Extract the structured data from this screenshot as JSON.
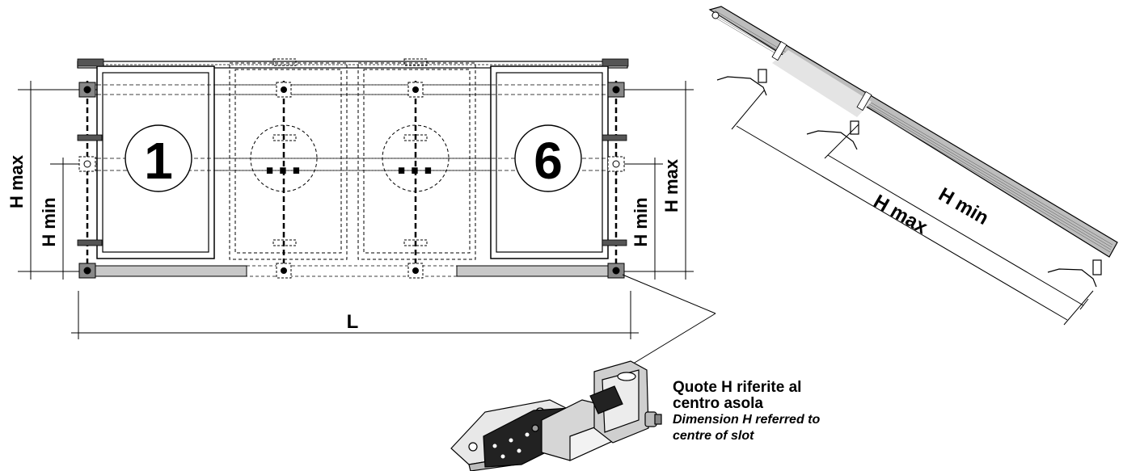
{
  "front_view": {
    "panel_1_label": "1",
    "panel_6_label": "6",
    "ellipsis_label": "...",
    "dim_length": "L",
    "dim_h_max_left": "H max",
    "dim_h_min_left": "H min",
    "dim_h_max_right": "H max",
    "dim_h_min_right": "H min"
  },
  "side_view": {
    "dim_h_max": "H max",
    "dim_h_min": "H min"
  },
  "note": {
    "it_line1": "Quote H riferite al",
    "it_line2": "centro asola",
    "en_line1": "Dimension H referred to",
    "en_line2": "centre of slot"
  }
}
